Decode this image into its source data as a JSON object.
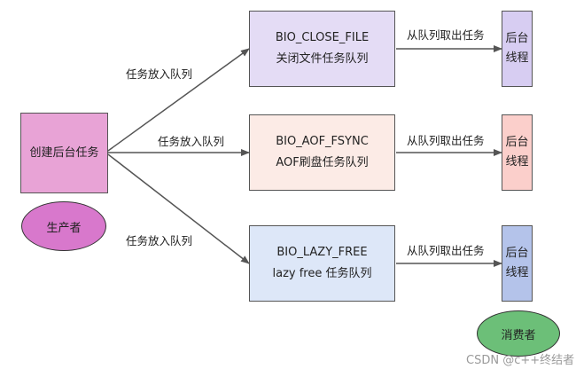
{
  "producer_box": {
    "text": "创建后台任务",
    "color": "#e8a3d6"
  },
  "producer_ellipse": {
    "text": "生产者",
    "color": "#d878cc"
  },
  "consumer_ellipse": {
    "text": "消费者",
    "color": "#6cbf78"
  },
  "edge_labels": {
    "enqueue_1": "任务放入队列",
    "enqueue_2": "任务放入队列",
    "enqueue_3": "任务放入队列",
    "dequeue_1": "从队列取出任务",
    "dequeue_2": "从队列取出任务",
    "dequeue_3": "从队列取出任务"
  },
  "queues": [
    {
      "name": "BIO_CLOSE_FILE",
      "desc": "关闭文件任务队列",
      "color": "#e4dcf5"
    },
    {
      "name": "BIO_AOF_FSYNC",
      "desc": "AOF刷盘任务队列",
      "color": "#fcebe6"
    },
    {
      "name": "BIO_LAZY_FREE",
      "desc": "lazy free 任务队列",
      "color": "#dde7f8"
    }
  ],
  "workers": [
    {
      "line1": "后台",
      "line2": "线程",
      "color": "#d7cdf2"
    },
    {
      "line1": "后台",
      "line2": "线程",
      "color": "#fbcfcb"
    },
    {
      "line1": "后台",
      "line2": "线程",
      "color": "#b4c3ea"
    }
  ],
  "watermark": "CSDN @c++终结者"
}
